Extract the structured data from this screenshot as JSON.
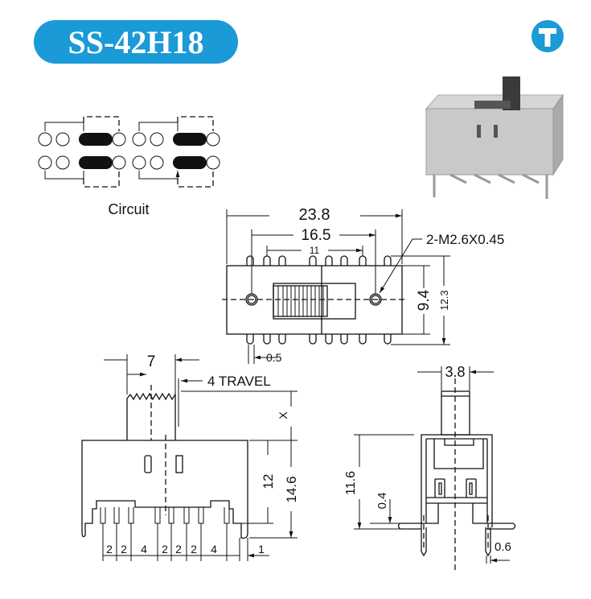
{
  "title": "SS-42H18",
  "logo_letter": "T",
  "colors": {
    "brand": "#1a9ad6",
    "line": "#111111"
  },
  "circuit_label": "Circuit",
  "top_view": {
    "overall_width": "23.8",
    "hole_pitch": "16.5",
    "pin_span": "11",
    "mount_note": "2-M2.6X0.45",
    "body_depth": "9.4",
    "overall_depth": "12.3",
    "pin_width": "0.5"
  },
  "front_view": {
    "actuator_width": "7",
    "travel": "4 TRAVEL",
    "actuator_height": "X",
    "body_height": "12",
    "overall_height": "14.6",
    "pin_pitches": [
      "2",
      "2",
      "4",
      "2",
      "2",
      "2",
      "4"
    ],
    "edge_offset": "1"
  },
  "side_view": {
    "actuator_width": "3.8",
    "height": "11.6",
    "lead_thickness": "0.4",
    "lead_width": "0.6"
  }
}
